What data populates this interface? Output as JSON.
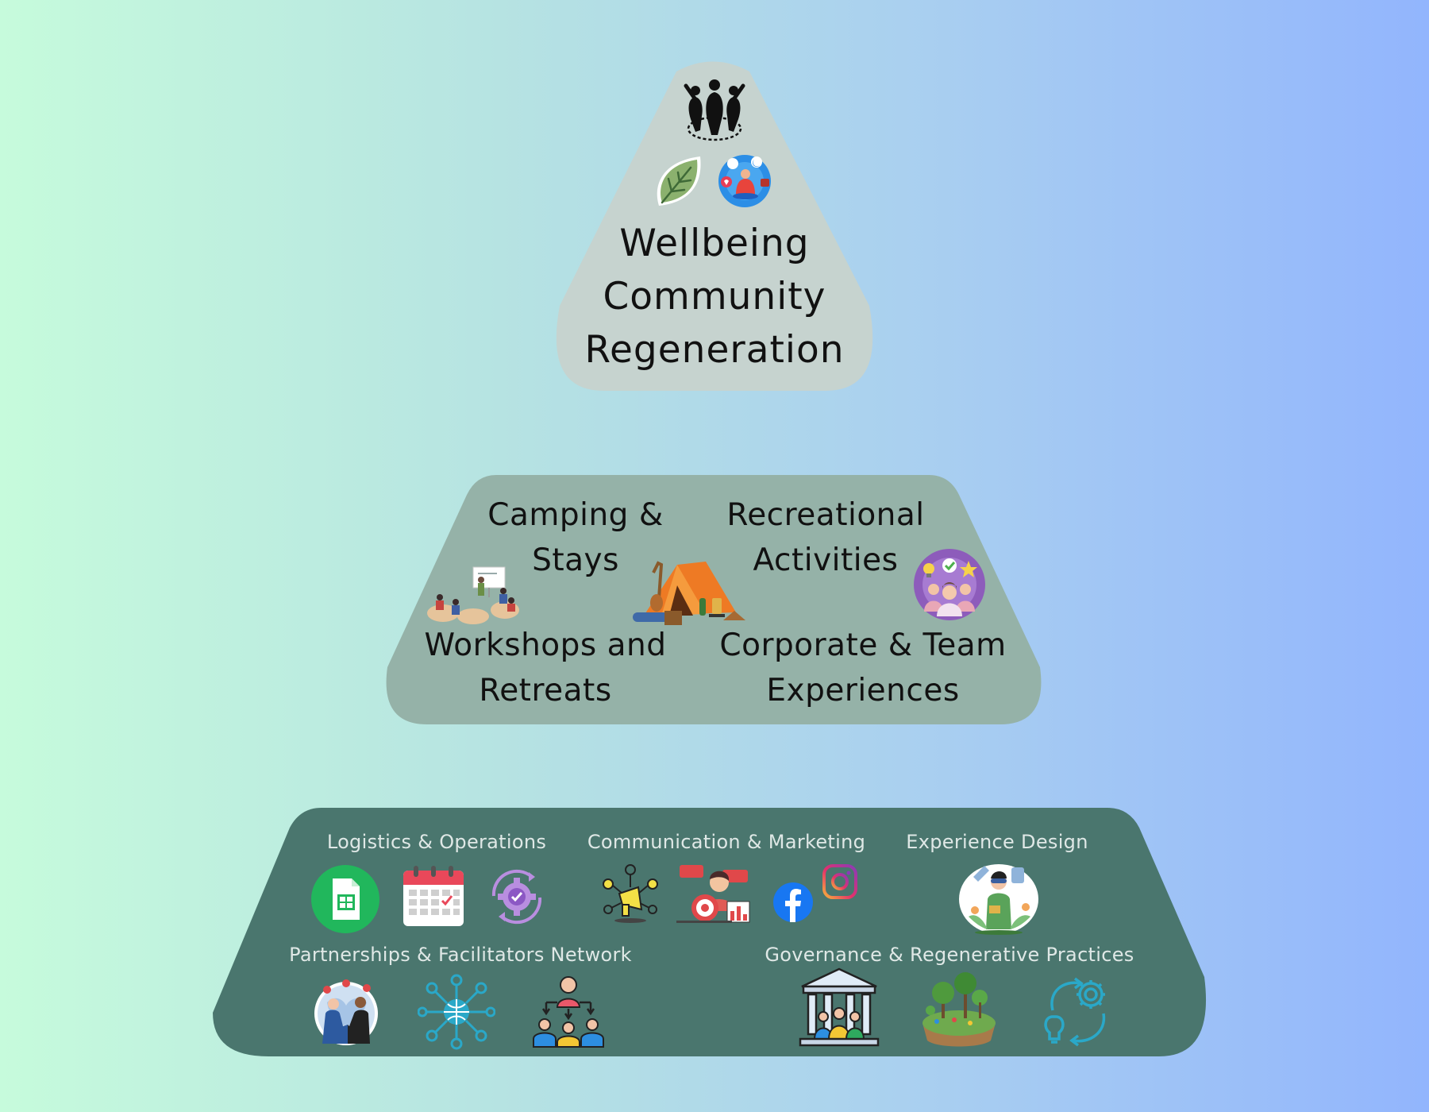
{
  "top": {
    "lines": [
      "Wellbeing",
      "Community",
      "Regeneration"
    ],
    "icons": [
      "community-icon",
      "leaf-icon",
      "wellness-meditation-icon"
    ]
  },
  "middle": {
    "items": [
      {
        "line1": "Camping &",
        "line2": "Stays"
      },
      {
        "line1": "Recreational",
        "line2": "Activities"
      },
      {
        "line1": "Workshops and",
        "line2": "Retreats"
      },
      {
        "line1": "Corporate & Team",
        "line2": "Experiences"
      }
    ],
    "icons": [
      "workshop-presentation-icon",
      "camping-tent-icon",
      "team-ideas-icon"
    ]
  },
  "base": {
    "categories": [
      {
        "label": "Logistics & Operations",
        "icons": [
          "spreadsheet-icon",
          "calendar-icon",
          "settings-check-icon"
        ]
      },
      {
        "label": "Communication & Marketing",
        "icons": [
          "megaphone-network-icon",
          "marketing-target-icon",
          "facebook-icon",
          "instagram-icon"
        ]
      },
      {
        "label": "Experience Design",
        "icons": [
          "experience-designer-icon"
        ]
      },
      {
        "label": "Partnerships & Facilitators Network",
        "icons": [
          "handshake-globe-icon",
          "network-globe-icon",
          "team-leader-icon"
        ]
      },
      {
        "label": "Governance & Regenerative Practices",
        "icons": [
          "institution-icon",
          "forest-island-icon",
          "idea-cycle-icon"
        ]
      }
    ]
  },
  "colors": {
    "top_fill": "#c6d3cf",
    "middle_fill": "#95b2a8",
    "base_fill": "#4a766e",
    "base_text": "#dfe8e6"
  }
}
